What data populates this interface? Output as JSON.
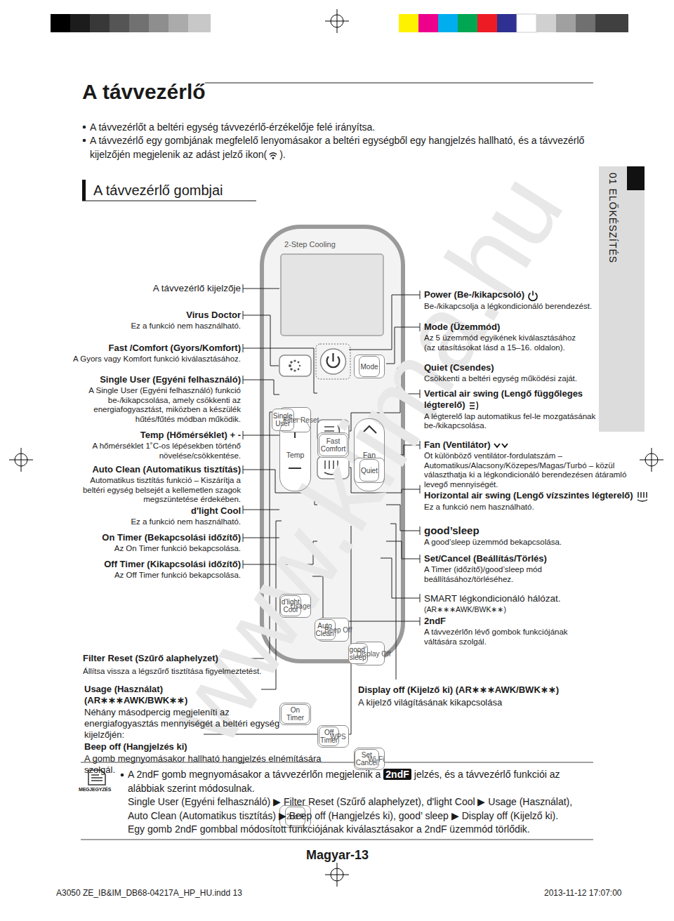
{
  "diagram": {
    "title": "A távvezérlő",
    "nodes": [
      {
        "text": [
          "2-Step Cooling"
        ]
      },
      {
        "text": [
          "Mode"
        ],
        "in": 0
      },
      {
        "text": [
          "Single User",
          "Filter Reset"
        ],
        "in": 0
      },
      {
        "text": [
          "Fast Comfort"
        ],
        "in": 0
      },
      {
        "text": [
          "Quiet"
        ],
        "in": 0
      },
      {
        "text": [
          "Temp"
        ],
        "in": 0
      },
      {
        "text": [
          "Fan"
        ],
        "in": 0
      },
      {
        "text": [
          "d’light Cool",
          "Usage"
        ],
        "in": 0
      },
      {
        "text": [
          "Auto Clean",
          "Beep Off"
        ],
        "in": 0
      },
      {
        "text": [
          "good’ sleep",
          "Display Off"
        ],
        "in": 0
      },
      {
        "text": [
          "On Timer"
        ],
        "in": 0
      },
      {
        "text": [
          "Off Timer",
          "WPS"
        ],
        "in": 0
      },
      {
        "text": [
          "Set Cancel",
          "Wi-Fi"
        ],
        "in": 0
      },
      {
        "text": [
          "2nd F"
        ],
        "in": 0
      }
    ],
    "labels": [
      "A távvezérlőt a beltéri egység távvezérlő-érzékelője felé irányítsa.",
      "A távvezérlő egy gombjának megfelelő lenyomásakor a beltéri egységből egy hangjelzés hallható, és a távvezérlő kijelzőjén megjelenik az adást jelző ikon(",
      ").",
      "A távvezérlő gombjai",
      "01 ELŐKÉSZÍTÉS",
      "A távvezérlő kijelzője",
      "Virus Doctor",
      "Ez a funkció nem használható.",
      "Fast /Comfort (Gyors/Komfort)",
      "A Gyors vagy Komfort funkció kiválasztásához.",
      "Single User (Egyéni felhasználó)",
      "A Single User (Egyéni felhasználó) funkció be-/kikapcsolása, amely csökkenti az energiafogyasztást, miközben a készülék hűtés/fűtés módban működik.",
      "Temp (Hőmérséklet) + -",
      "A hőmérséklet 1˚C-os lépésekben történő növelése/csökkentése.",
      "Auto Clean (Automatikus tisztítás)",
      "Automatikus tisztítás funkció – Kiszárítja a beltéri egység belsejét a kellemetlen szagok megszüntetése érdekében.",
      "d'light Cool",
      "Ez a funkció nem használható.",
      "On Timer (Bekapcsolási időzítő)",
      "Az On Timer funkció bekapcsolása.",
      "Off Timer (Kikapcsolási időzítő)",
      "Az Off Timer funkció bekapcsolása.",
      "Filter Reset (Szűrő alaphelyzet)",
      "Állítsa vissza a légszűrő tisztítása figyelmeztetést.",
      "Usage (Használat) (AR∗∗∗AWK/BWK∗∗)",
      "Néhány másodpercig megjeleníti az energiafogyasztás mennyiségét a beltéri egység kijelzőjén:",
      "Beep off (Hangjelzés ki)",
      "A gomb megnyomásakor hallható hangjelzés elnémítására szolgál.",
      "Power (Be-/kikapcsoló)",
      "Be-/kikapcsolja a légkondicionáló berendezést.",
      "Mode (Üzemmód)",
      "Az 5 üzemmód egyikének kiválasztásához (az utasításokat lásd a 15–16. oldalon).",
      "Quiet (Csendes)",
      "Csökkenti a beltéri egység működési zaját.",
      "Vertical air swing (Lengő függőleges légterelő)",
      "A légterelő lap automatikus fel-le mozgatásának be-/kikapcsolása.",
      "Fan (Ventilátor)",
      "Öt különböző ventilátor-fordulatszám – Automatikus/Alacsony/Közepes/Magas/Turbó – közül választhatja ki a légkondicionáló berendezésen átáramló levegő mennyiségét.",
      "Horizontal air swing (Lengő vízszintes légterelő)",
      "Ez a funkció nem használható.",
      "good’sleep",
      "A good’sleep üzemmód bekapcsolása.",
      "Set/Cancel (Beállítás/Törlés)",
      "A Timer (időzítő)/good’sleep mód beállításához/törléséhez.",
      "SMART légkondicionáló hálózat.",
      "(AR∗∗∗AWK/BWK∗∗)",
      "2ndF",
      "A távvezérlőn lévő gombok funkciójának váltására szolgál.",
      "Display off (Kijelző ki) (AR∗∗∗AWK/BWK∗∗)",
      "A kijelző világításának kikapcsolása",
      "MEGJEGYZÉS",
      "A 2ndF gomb megnyomásakor a távvezérlőn megjelenik a",
      "2ndF",
      "jelzés, és a távvezérlő funkciói az alábbiak szerint módosulnak.",
      "Single User (Egyéni felhasználó) ▶ Filter Reset (Szűrő alaphelyzet), d'light Cool ▶ Usage (Használat), Auto Clean (Automatikus tisztítás) ▶ Beep off (Hangjelzés ki), good’ sleep ▶ Display off (Kijelző ki).",
      "Egy gomb 2ndF gombbal módosított funkciójának kiválasztásakor a 2ndF üzemmód törlődik.",
      "Magyar-13",
      "A3050 ZE_IB&IM_DB68-04217A_HP_HU.indd 13",
      "2013-11-12 17:07:00",
      "www.klima.hu"
    ]
  }
}
